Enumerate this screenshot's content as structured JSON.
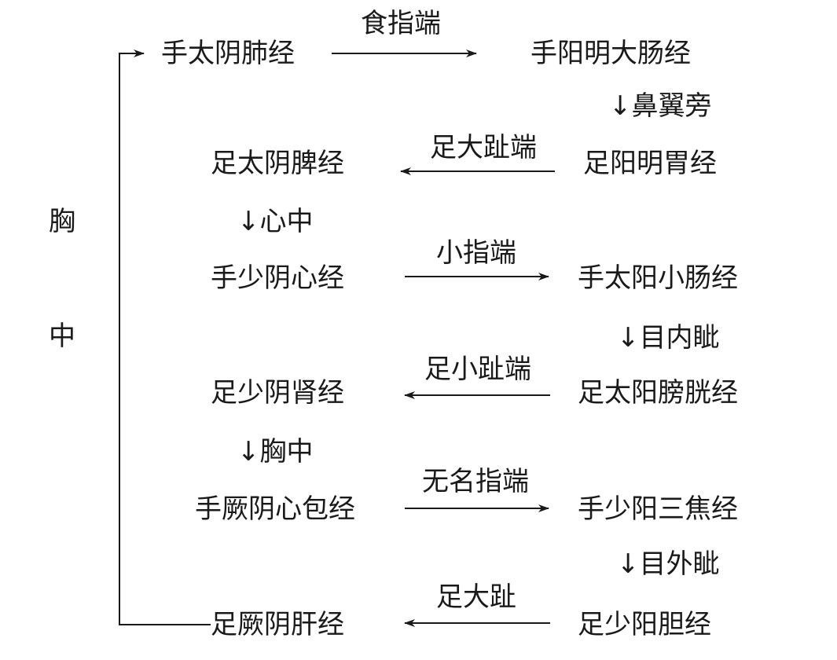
{
  "side_label": [
    "胸",
    "中"
  ],
  "meridians": {
    "r1_left": "手太阴肺经",
    "r1_right": "手阳明大肠经",
    "r2_left": "足太阴脾经",
    "r2_right": "足阳明胃经",
    "r3_left": "手少阴心经",
    "r3_right": "手太阳小肠经",
    "r4_left": "足少阴肾经",
    "r4_right": "足太阳膀胱经",
    "r5_left": "手厥阴心包经",
    "r5_right": "手少阳三焦经",
    "r6_left": "足厥阴肝经",
    "r6_right": "足少阳胆经"
  },
  "horizontal_links": {
    "r1": "食指端",
    "r2": "足大趾端",
    "r3": "小指端",
    "r4": "足小趾端",
    "r5": "无名指端",
    "r6": "足大趾"
  },
  "vertical_links": {
    "right_1_2": "↓鼻翼旁",
    "left_2_3": "↓心中",
    "right_3_4": "↓目内眦",
    "left_4_5": "↓胸中",
    "right_5_6": "↓目外眦"
  }
}
